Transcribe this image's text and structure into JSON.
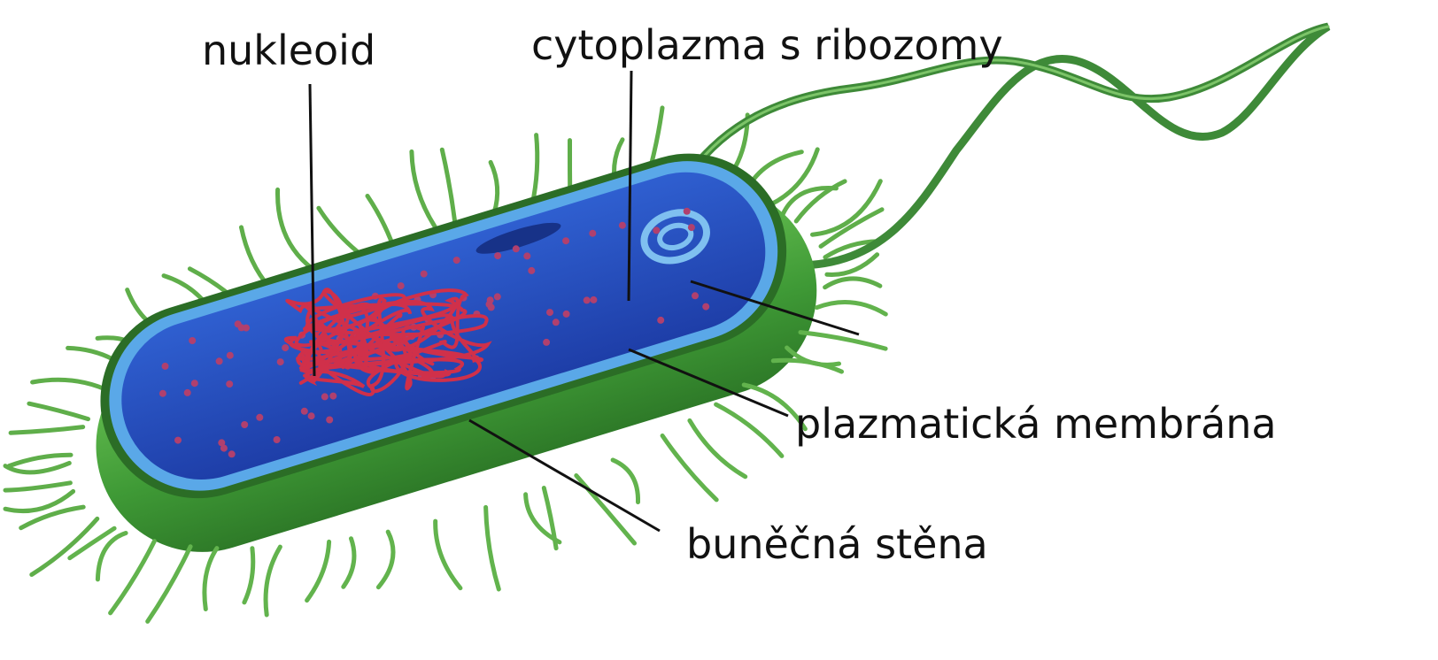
{
  "labels": {
    "nucleoid": "nukleoid",
    "cytoplasm": "cytoplazma s ribozomy",
    "membrane": "plazmatická membrána",
    "wall": "buněčná stěna"
  },
  "colors": {
    "background": "#ffffff",
    "cell_wall": "#4aa83a",
    "cell_wall_dark": "#2f7d2a",
    "pili": "#5fae4a",
    "flagellum": "#3e8a38",
    "membrane": "#5aa8e8",
    "cytoplasm": "#2a4fc0",
    "ribosome": "#b0406e",
    "dna": "#d0304a",
    "leader_line": "#111111",
    "text": "#111111"
  }
}
